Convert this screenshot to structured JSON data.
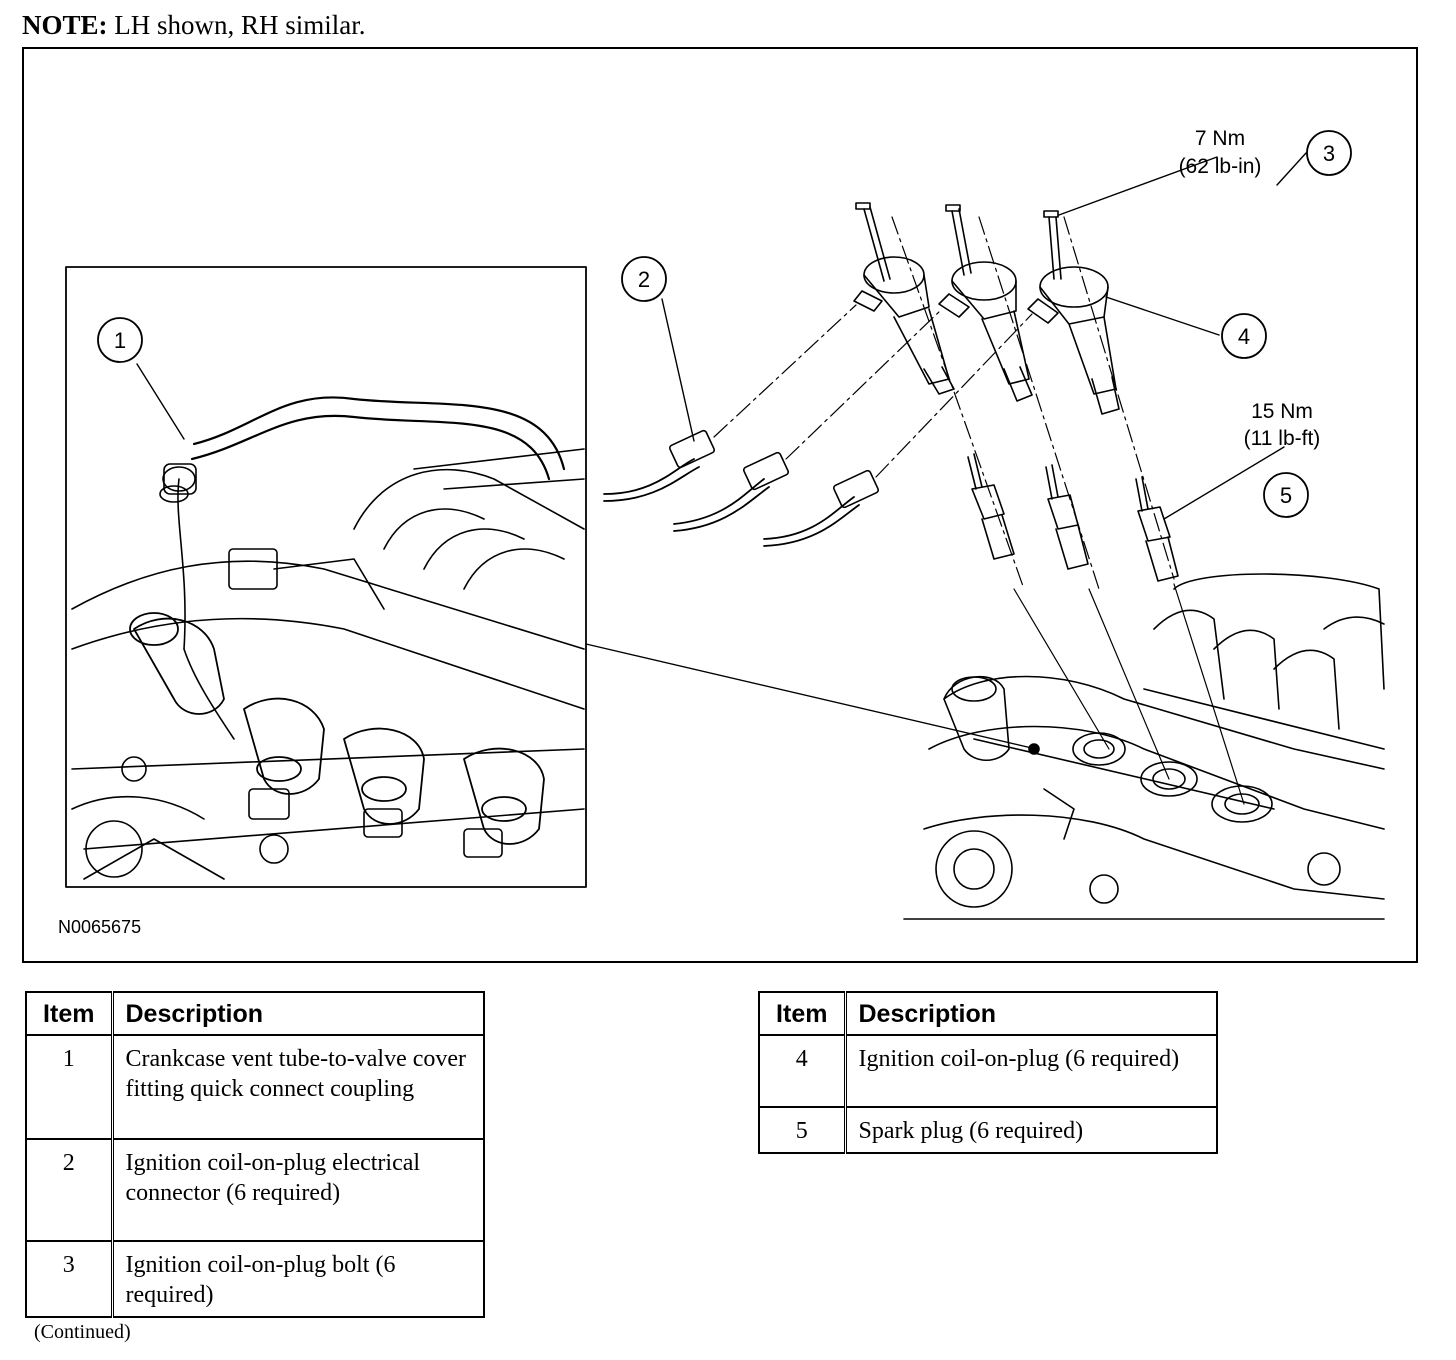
{
  "note": {
    "label": "NOTE:",
    "text": "LH shown, RH similar."
  },
  "figure": {
    "id": "N0065675",
    "callouts": [
      {
        "num": "1"
      },
      {
        "num": "2"
      },
      {
        "num": "3",
        "torque_nm": "7 Nm",
        "torque_imperial": "(62 lb-in)"
      },
      {
        "num": "4"
      },
      {
        "num": "5",
        "torque_nm": "15 Nm",
        "torque_imperial": "(11 lb-ft)"
      }
    ]
  },
  "legend": {
    "headers": {
      "item": "Item",
      "description": "Description"
    },
    "left_rows": [
      {
        "item": "1",
        "description": "Crankcase vent tube-to-valve cover fitting quick connect coupling"
      },
      {
        "item": "2",
        "description": "Ignition coil-on-plug electrical connector (6 required)"
      },
      {
        "item": "3",
        "description": "Ignition coil-on-plug bolt (6 required)"
      }
    ],
    "right_rows": [
      {
        "item": "4",
        "description": "Ignition coil-on-plug (6 required)"
      },
      {
        "item": "5",
        "description": "Spark plug (6 required)"
      }
    ]
  },
  "footer": {
    "continued": "(Continued)"
  }
}
